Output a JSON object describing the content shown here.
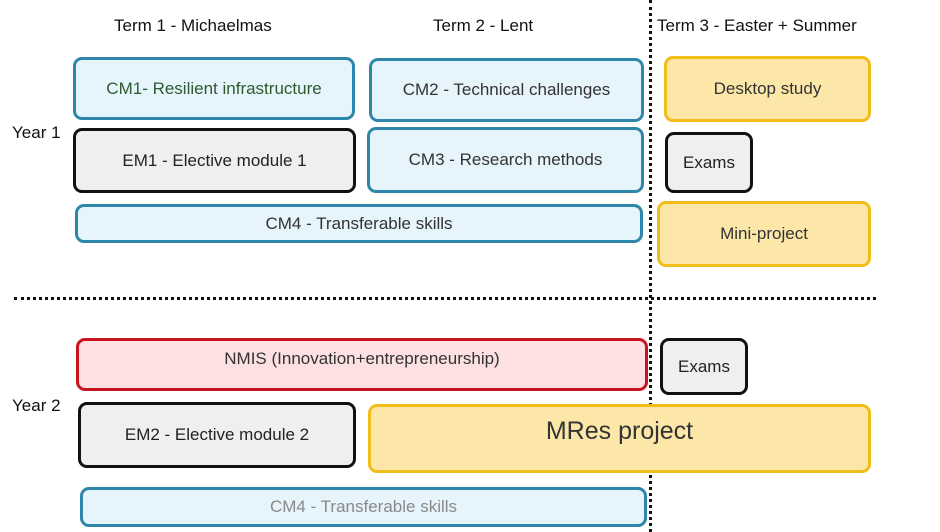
{
  "terms": {
    "term1": "Term 1 - Michaelmas",
    "term2": "Term 2 - Lent",
    "term3": "Term 3 - Easter + Summer"
  },
  "years": {
    "year1": "Year 1",
    "year2": "Year 2"
  },
  "year1": {
    "cm1": "CM1-  Resilient infrastructure",
    "cm2": "CM2 - Technical challenges",
    "desktop": "Desktop study",
    "em1": "EM1 - Elective module 1",
    "cm3": "CM3 - Research methods",
    "exams": "Exams",
    "cm4": "CM4 - Transferable skills",
    "mini": "Mini-project"
  },
  "year2": {
    "nmis": "NMIS (Innovation+entrepreneurship)",
    "exams": "Exams",
    "em2": "EM2 - Elective module 2",
    "mres": "MRes project",
    "cm4": "CM4 - Transferable skills"
  },
  "colors": {
    "core_border": "#2e86ab",
    "core_fill": "#e6f4fb",
    "elective_border": "#111111",
    "elective_fill": "#efefef",
    "project_border": "#f1be18",
    "project_fill": "#fce7a8",
    "nmis_border": "#c8141e",
    "nmis_fill": "#fce0e2"
  }
}
